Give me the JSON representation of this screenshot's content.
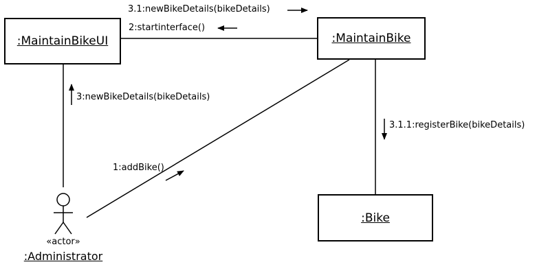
{
  "objects": {
    "ui": ":MaintainBikeUI",
    "control": ":MaintainBike",
    "entity": ":Bike"
  },
  "actor": {
    "stereotype": "«actor»",
    "name": ":Administrator",
    "icon": "stick-figure-icon"
  },
  "messages": {
    "m1": "1:addBike()",
    "m2": "2:startinterface()",
    "m3": "3:newBikeDetails(bikeDetails)",
    "m3_1": "3.1:newBikeDetails(bikeDetails)",
    "m3_1_1": "3.1.1:registerBike(bikeDetails)"
  },
  "colors": {
    "line": "#000000",
    "background": "#ffffff"
  }
}
